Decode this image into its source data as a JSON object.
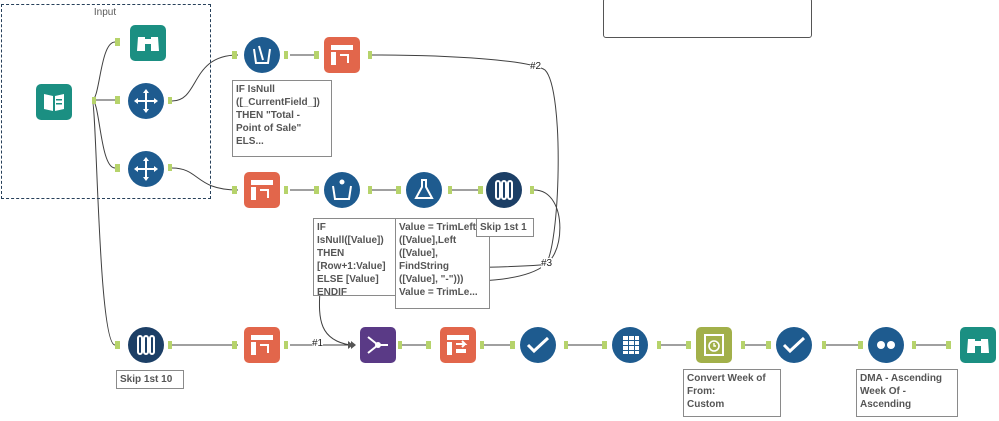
{
  "canvas": {
    "group_title": "Input",
    "connection_labels": {
      "c1": "#1",
      "c2": "#2",
      "c3": "#3"
    }
  },
  "tools": {
    "input_data": "input-data-icon",
    "browse": "browse-icon",
    "select": "select-icon",
    "multi_field_formula": "multi-field-formula-icon",
    "multi_row_formula": "multi-row-formula-icon",
    "formula": "formula-icon",
    "sample": "sample-icon",
    "crosstab": "crosstab-icon",
    "transpose": "transpose-icon",
    "union": "union-icon",
    "append_fields": "append-fields-icon",
    "data_cleansing": "data-cleansing-icon",
    "datetime": "datetime-icon",
    "sort": "sort-icon"
  },
  "annotations": {
    "multi_field": "IF IsNull\n([_CurrentField_])\nTHEN \"Total -\nPoint of Sale\"\nELS...",
    "multi_row": "IF IsNull([Value])\nTHEN\n[Row+1:Value]\nELSE [Value]\nENDIF",
    "formula": "Value = TrimLeft\n([Value],Left\n([Value],\nFindString\n([Value], \"-\")))\nValue = TrimLe...",
    "sample_top": "Skip 1st 1",
    "sample_bottom": "Skip 1st 10",
    "datetime": "Convert Week of\nFrom:\nCustom",
    "sort": "DMA - Ascending\nWeek Of -\nAscending"
  },
  "colors": {
    "teal": "#1b8f82",
    "blue": "#1e5b8f",
    "red": "#e2664b",
    "purple": "#5a3a86",
    "olive": "#a2b04a",
    "anchor_green": "#b6d36b"
  }
}
